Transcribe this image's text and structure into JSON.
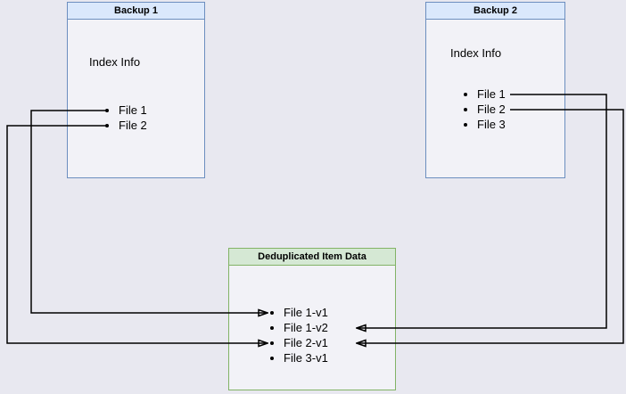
{
  "backup1": {
    "title": "Backup 1",
    "index_label": "Index Info",
    "files": [
      "File 1",
      "File 2"
    ]
  },
  "backup2": {
    "title": "Backup 2",
    "index_label": "Index Info",
    "files": [
      "File 1",
      "File 2",
      "File 3"
    ]
  },
  "dedup": {
    "title": "Deduplicated Item Data",
    "items": [
      "File 1-v1",
      "File 1-v2",
      "File 2-v1",
      "File 3-v1"
    ]
  },
  "colors": {
    "backup_header_fill": "#dae8fc",
    "backup_border": "#6c8ebf",
    "dedup_header_fill": "#d5e8d4",
    "dedup_border": "#82b366",
    "arrow": "#000000",
    "background": "#e8e8f0"
  }
}
